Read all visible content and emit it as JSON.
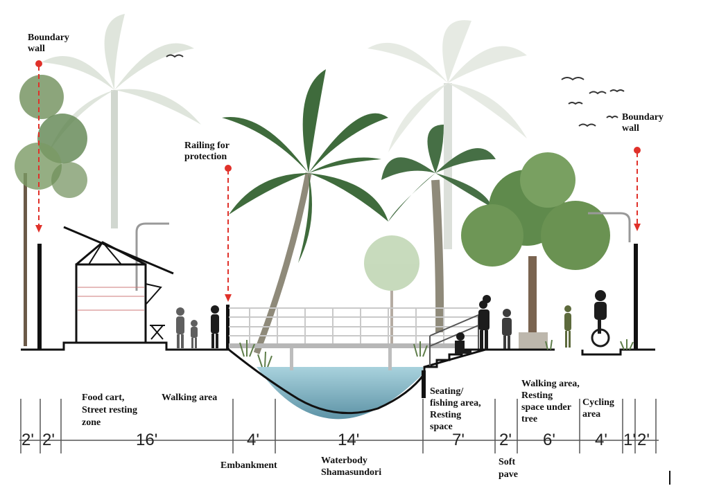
{
  "labels": {
    "boundary_left": [
      "Boundary",
      "wall"
    ],
    "boundary_right": [
      "Boundary",
      "wall"
    ],
    "railing": [
      "Railing for",
      "protection"
    ],
    "food_cart": [
      "Food cart,",
      "Street resting",
      "zone"
    ],
    "walking_left": [
      "Walking area"
    ],
    "embankment": [
      "Embankment"
    ],
    "waterbody": [
      "Waterbody",
      "Shamasundori"
    ],
    "seating": [
      "Seating/",
      "fishing area,",
      "Resting",
      "space"
    ],
    "walking_right": [
      "Walking area,",
      "Resting",
      "space under",
      "tree"
    ],
    "cycling": [
      "Cycling",
      "area"
    ],
    "soft_pave": [
      "Soft",
      "pave"
    ]
  },
  "dimensions": [
    "2'",
    "2'",
    "16'",
    "4'",
    "14'",
    "7'",
    "2'",
    "6'",
    "4'",
    "1'",
    "2'"
  ],
  "colors": {
    "marker": "#e0312a",
    "water": "#7fb2c2",
    "tree_green": "#4f7a3f",
    "palm_faded": "#c9d3c6",
    "structure": "#111111"
  }
}
